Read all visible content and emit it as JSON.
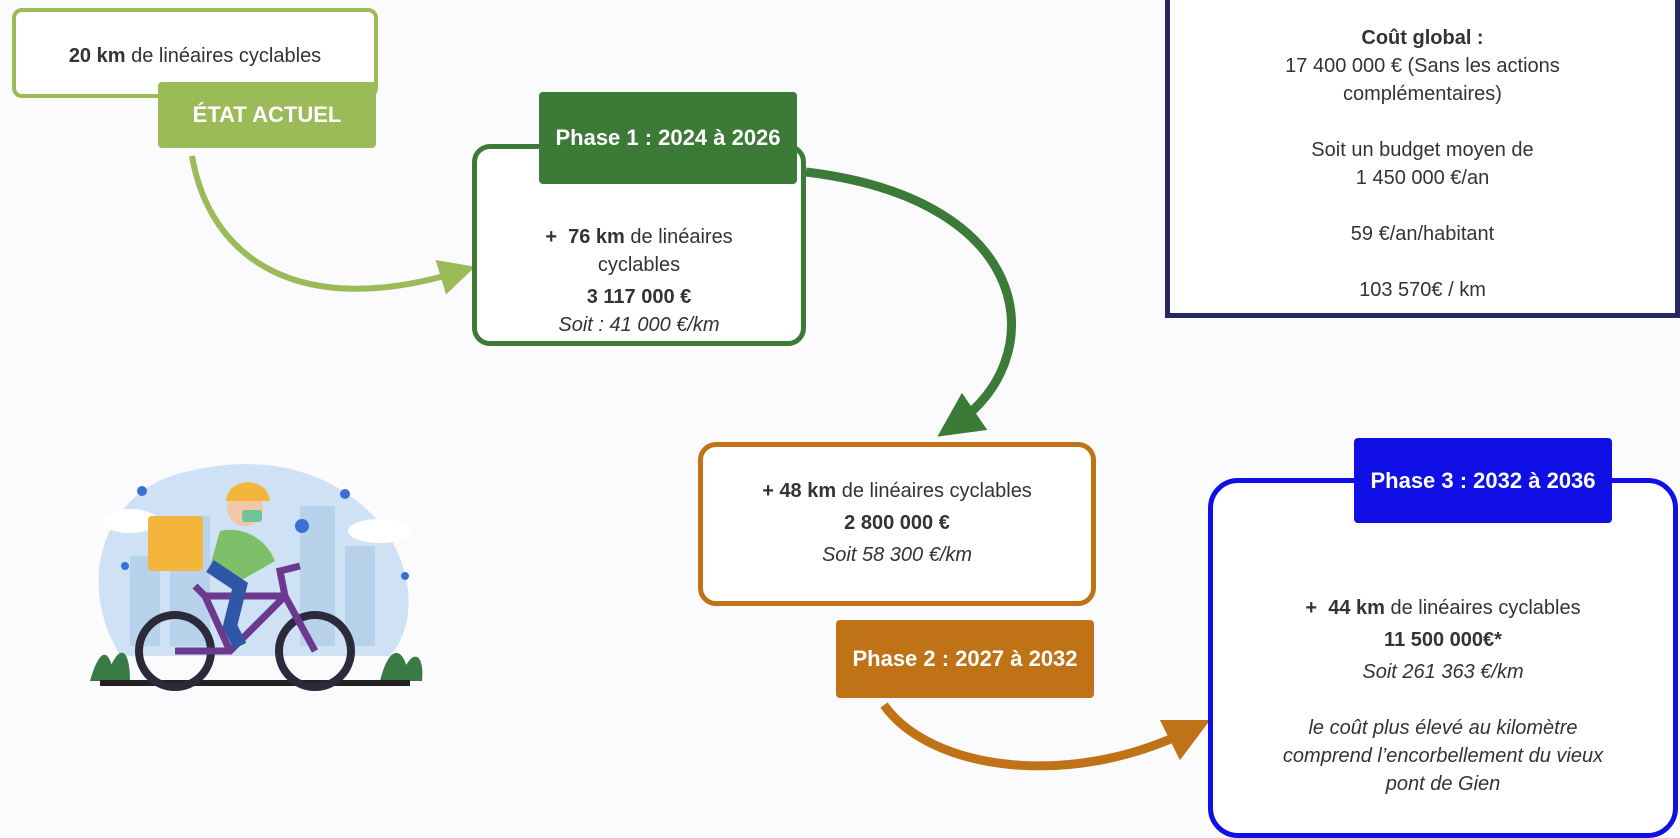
{
  "state": {
    "km": "20 km",
    "km_text": " de linéaires cyclables",
    "tag": "ÉTAT ACTUEL"
  },
  "phase1": {
    "tag": "Phase 1 : 2024 à 2026",
    "prefix": "+",
    "km": "76 km",
    "km_text_line1": " de linéaires",
    "km_text_line2": "cyclables",
    "cost": "3 117 000 €",
    "per_km": "Soit : 41 000 €/km"
  },
  "phase2": {
    "tag": "Phase 2 : 2027 à 2032",
    "prefix": "+",
    "km": "48 km",
    "km_text": " de linéaires cyclables",
    "cost": "2 800 000 €",
    "per_km": "Soit 58 300 €/km"
  },
  "phase3": {
    "tag": "Phase 3 : 2032 à 2036",
    "prefix": "+",
    "km": "44 km",
    "km_text": " de linéaires cyclables",
    "cost": "11 500 000€*",
    "per_km": "Soit 261 363 €/km",
    "note_line1": "le coût plus élevé au kilomètre",
    "note_line2": "comprend l’encorbellement du vieux",
    "note_line3": "pont de Gien"
  },
  "summary": {
    "title": "Coût global :",
    "total_line1": "17 400 000 € (Sans les actions",
    "total_line2": "complémentaires)",
    "budget_line1": "Soit un budget moyen de",
    "budget_line2": "1 450 000 €/an",
    "per_inhabitant": "59 €/an/habitant",
    "per_km": "103 570€ / km"
  },
  "colors": {
    "state": "#9bbb59",
    "phase1": "#3b7a37",
    "phase2": "#c07217",
    "phase3": "#1010e6",
    "summary_border": "#26295e"
  },
  "illustration": {
    "icon": "cyclist-delivery-icon"
  }
}
